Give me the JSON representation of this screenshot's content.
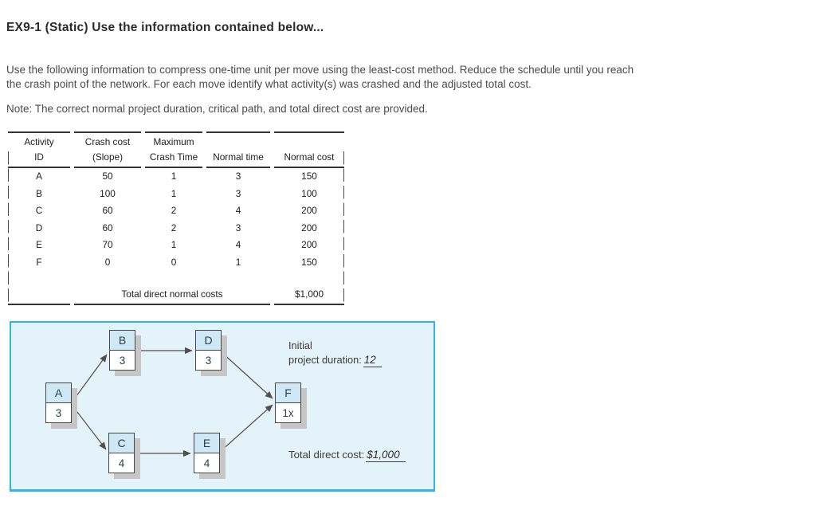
{
  "page": {
    "title": "EX9-1 (Static) Use the information contained below..."
  },
  "intro": {
    "line1": "Use the following information to compress one-time unit per move using the least-cost method. Reduce the schedule until you reach",
    "line2": "the crash point of the network. For each move identify what activity(s) was crashed and the adjusted total cost.",
    "note": "Note: The correct normal project duration, critical path, and total direct cost are provided."
  },
  "table": {
    "headers_row1": [
      "Activity",
      "Crash cost",
      "Maximum",
      "",
      ""
    ],
    "headers_row2": [
      "ID",
      "(Slope)",
      "Crash Time",
      "Normal time",
      "Normal cost"
    ],
    "rows": [
      {
        "id": "A",
        "slope": "50",
        "max_crash": "1",
        "normal_time": "3",
        "normal_cost": "150"
      },
      {
        "id": "B",
        "slope": "100",
        "max_crash": "1",
        "normal_time": "3",
        "normal_cost": "100"
      },
      {
        "id": "C",
        "slope": "60",
        "max_crash": "2",
        "normal_time": "4",
        "normal_cost": "200"
      },
      {
        "id": "D",
        "slope": "60",
        "max_crash": "2",
        "normal_time": "3",
        "normal_cost": "200"
      },
      {
        "id": "E",
        "slope": "70",
        "max_crash": "1",
        "normal_time": "4",
        "normal_cost": "200"
      },
      {
        "id": "F",
        "slope": "0",
        "max_crash": "0",
        "normal_time": "1",
        "normal_cost": "150"
      }
    ],
    "total_label": "Total direct normal costs",
    "total_value": "$1,000"
  },
  "diagram": {
    "nodes": [
      {
        "id": "A",
        "duration": "3"
      },
      {
        "id": "B",
        "duration": "3"
      },
      {
        "id": "C",
        "duration": "4"
      },
      {
        "id": "D",
        "duration": "3"
      },
      {
        "id": "E",
        "duration": "4"
      },
      {
        "id": "F",
        "duration": "1x"
      }
    ],
    "edges": [
      {
        "from": "A",
        "to": "B"
      },
      {
        "from": "A",
        "to": "C"
      },
      {
        "from": "B",
        "to": "D"
      },
      {
        "from": "C",
        "to": "E"
      },
      {
        "from": "D",
        "to": "F"
      },
      {
        "from": "E",
        "to": "F"
      }
    ],
    "initial_line1": "Initial",
    "initial_line2_prefix": "project duration:",
    "initial_value": "12",
    "total_prefix": "Total direct cost:",
    "total_value": "$1,000",
    "colors": {
      "panel_border": "#2cb7e8",
      "panel_bg": "#e4f2f9",
      "node_fill": "#cfe8f6",
      "node_border": "#474747",
      "shadow": "#c6c6c6",
      "arrow": "#4f4f4f"
    }
  }
}
